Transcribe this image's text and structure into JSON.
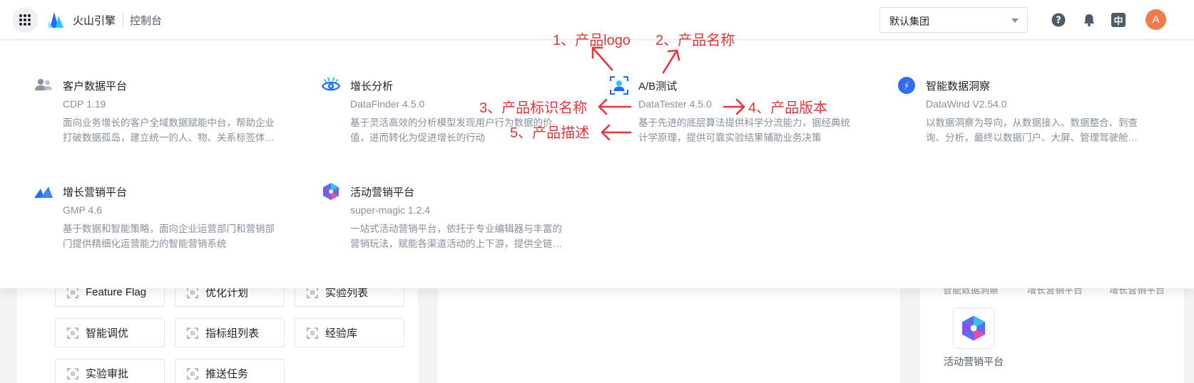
{
  "topbar": {
    "brand_name": "火山引擎",
    "console_label": "控制台",
    "group_select": {
      "value": "默认集团"
    },
    "language_badge": "中",
    "avatar_initial": "A"
  },
  "products": [
    {
      "name": "客户数据平台",
      "version": "CDP 1.19",
      "description": "面向业务增长的客户全域数据赋能中台，帮助企业打破数据孤岛，建立统一的人、物、关系标签体…"
    },
    {
      "name": "增长分析",
      "version": "DataFinder 4.5.0",
      "description": "基于灵活高效的分析模型发现用户行为数据的价值，进而转化为促进增长的行动"
    },
    {
      "name": "A/B测试",
      "version": "DataTester 4.5.0",
      "description": "基于先进的底层算法提供科学分流能力，据经典统计学原理，提供可靠实验结果辅助业务决策"
    },
    {
      "name": "智能数据洞察",
      "version": "DataWind V2.54.0",
      "description": "以数据洞察为导向，从数据接入、数据整合、到查询、分析，最终以数据门户、大屏、管理驾驶舱…"
    },
    {
      "name": "增长营销平台",
      "version": "GMP 4.6",
      "description": "基于数据和智能策略，面向企业运营部门和营销部门提供精细化运营能力的智能营销系统"
    },
    {
      "name": "活动营销平台",
      "version": "super-magic 1.2.4",
      "description": "一站式活动营销平台，依托于专业编辑器与丰富的营销玩法，赋能各渠道活动的上下游，提供全链…"
    }
  ],
  "annotations": {
    "logo": "1、产品logo",
    "name": "2、产品名称",
    "identifier": "3、产品标识名称",
    "version": "4、产品版本",
    "description": "5、产品描述"
  },
  "background": {
    "chips": [
      "Feature Flag",
      "优化计划",
      "实验列表",
      "智能调优",
      "指标组列表",
      "经验库",
      "实验审批",
      "推送任务"
    ],
    "right_labels": [
      "智能数据洞察",
      "增长营销平台",
      "增长营销平台"
    ],
    "right_app_label": "活动营销平台"
  },
  "colors": {
    "accent": "#3370ff",
    "annotation": "#e8343a",
    "avatar": "#f07a4a"
  }
}
